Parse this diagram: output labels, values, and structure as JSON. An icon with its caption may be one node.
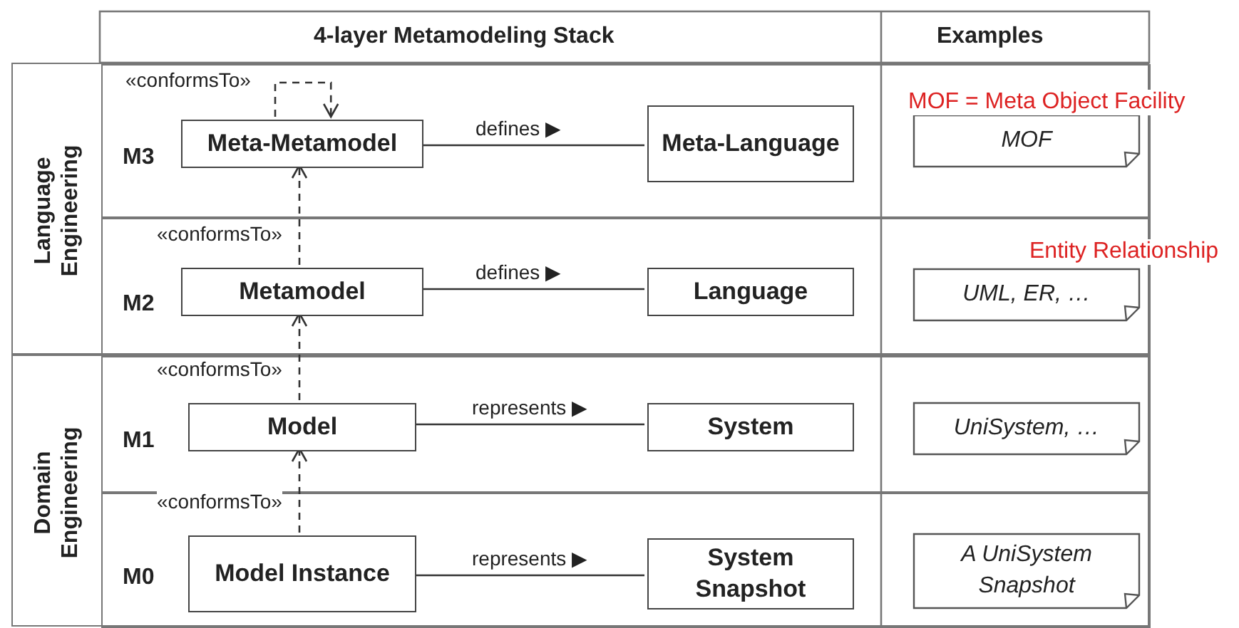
{
  "diagram": {
    "nodes": [
      {
        "text": [
          "Language Engineering"
        ]
      },
      {
        "text": [
          "M3"
        ],
        "in": 0
      },
      {
        "text": [
          "Meta-Metamodel"
        ],
        "in": 1
      },
      {
        "text": [
          "Meta-Language"
        ],
        "in": 1
      },
      {
        "text": [
          "M2"
        ],
        "in": 0
      },
      {
        "text": [
          "Metamodel"
        ],
        "in": 4
      },
      {
        "text": [
          "Language"
        ],
        "in": 4
      },
      {
        "text": [
          "Domain Engineering"
        ]
      },
      {
        "text": [
          "M1"
        ],
        "in": 7
      },
      {
        "text": [
          "Model"
        ],
        "in": 8
      },
      {
        "text": [
          "System"
        ],
        "in": 8
      },
      {
        "text": [
          "M0"
        ],
        "in": 7
      },
      {
        "text": [
          "Model Instance"
        ],
        "in": 11
      },
      {
        "text": [
          "System Snapshot"
        ],
        "in": 11
      },
      {
        "text": [
          "MOF"
        ],
        "in": 1
      },
      {
        "text": [
          "UML, ER, …"
        ],
        "in": 4
      },
      {
        "text": [
          "UniSystem, …"
        ],
        "in": 8
      },
      {
        "text": [
          "A UniSystem Snapshot"
        ],
        "in": 11
      }
    ],
    "edges": [
      {
        "from": 2,
        "to": 2,
        "arrow": "to",
        "style": "dashed",
        "label": "«conformsTo»"
      },
      {
        "from": 2,
        "to": 3,
        "arrow": "none",
        "label": "defines ▶"
      },
      {
        "from": 5,
        "to": 2,
        "arrow": "to",
        "style": "dashed",
        "label": "«conformsTo»"
      },
      {
        "from": 5,
        "to": 6,
        "arrow": "none",
        "label": "defines ▶"
      },
      {
        "from": 9,
        "to": 5,
        "arrow": "to",
        "style": "dashed",
        "label": "«conformsTo»"
      },
      {
        "from": 9,
        "to": 10,
        "arrow": "none",
        "label": "represents ▶"
      },
      {
        "from": 12,
        "to": 9,
        "arrow": "to",
        "style": "dashed",
        "label": "«conformsTo»"
      },
      {
        "from": 12,
        "to": 13,
        "arrow": "none",
        "label": "represents ▶"
      }
    ],
    "labels": [
      "4-layer Metamodeling Stack",
      "Examples",
      "MOF = Meta Object Facility",
      "Entity Relationship"
    ]
  }
}
